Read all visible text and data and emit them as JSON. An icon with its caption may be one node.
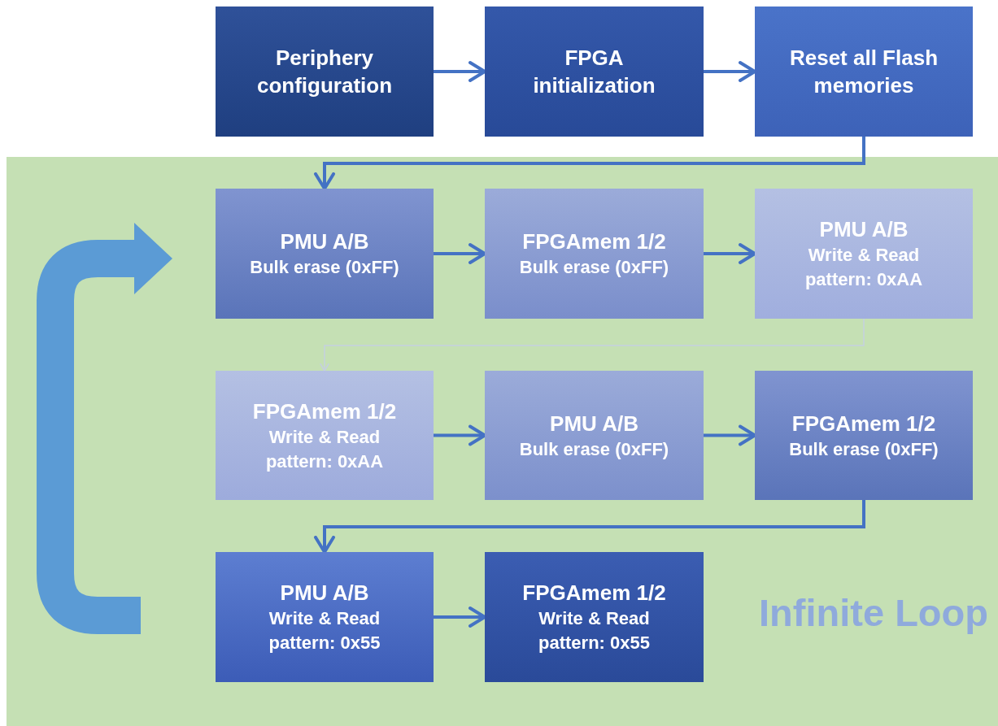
{
  "diagram": {
    "nodes": [
      {
        "text": [
          "Periphery configuration"
        ]
      },
      {
        "text": [
          "FPGA initialization"
        ]
      },
      {
        "text": [
          "Reset all Flash memories"
        ]
      },
      {
        "text": [
          "Infinite Loop"
        ]
      },
      {
        "text": [
          "PMU A/B",
          "Bulk erase (0xFF)"
        ],
        "in": 3
      },
      {
        "text": [
          "FPGAmem 1/2",
          "Bulk erase (0xFF)"
        ],
        "in": 3
      },
      {
        "text": [
          "PMU A/B",
          "Write & Read pattern: 0xAA"
        ],
        "in": 3
      },
      {
        "text": [
          "FPGAmem 1/2",
          "Write & Read pattern: 0xAA"
        ],
        "in": 3
      },
      {
        "text": [
          "PMU A/B",
          "Bulk erase (0xFF)"
        ],
        "in": 3
      },
      {
        "text": [
          "FPGAmem 1/2",
          "Bulk erase (0xFF)"
        ],
        "in": 3
      },
      {
        "text": [
          "PMU A/B",
          "Write & Read pattern: 0x55"
        ],
        "in": 3
      },
      {
        "text": [
          "FPGAmem 1/2",
          "Write & Read pattern: 0x55"
        ],
        "in": 3
      }
    ],
    "edges": [
      {
        "from": 0,
        "to": 1,
        "arrow": "to"
      },
      {
        "from": 1,
        "to": 2,
        "arrow": "to"
      },
      {
        "from": 2,
        "to": 4,
        "arrow": "to"
      },
      {
        "from": 4,
        "to": 5,
        "arrow": "to"
      },
      {
        "from": 5,
        "to": 6,
        "arrow": "to"
      },
      {
        "from": 6,
        "to": 7,
        "arrow": "to",
        "color": "#c5cfe0"
      },
      {
        "from": 7,
        "to": 8,
        "arrow": "to"
      },
      {
        "from": 8,
        "to": 9,
        "arrow": "to"
      },
      {
        "from": 9,
        "to": 10,
        "arrow": "to"
      },
      {
        "from": 10,
        "to": 11,
        "arrow": "to"
      },
      {
        "from": null,
        "to": 4,
        "arrow": "to",
        "style": "thick",
        "color": "#5b9bd5"
      }
    ]
  }
}
